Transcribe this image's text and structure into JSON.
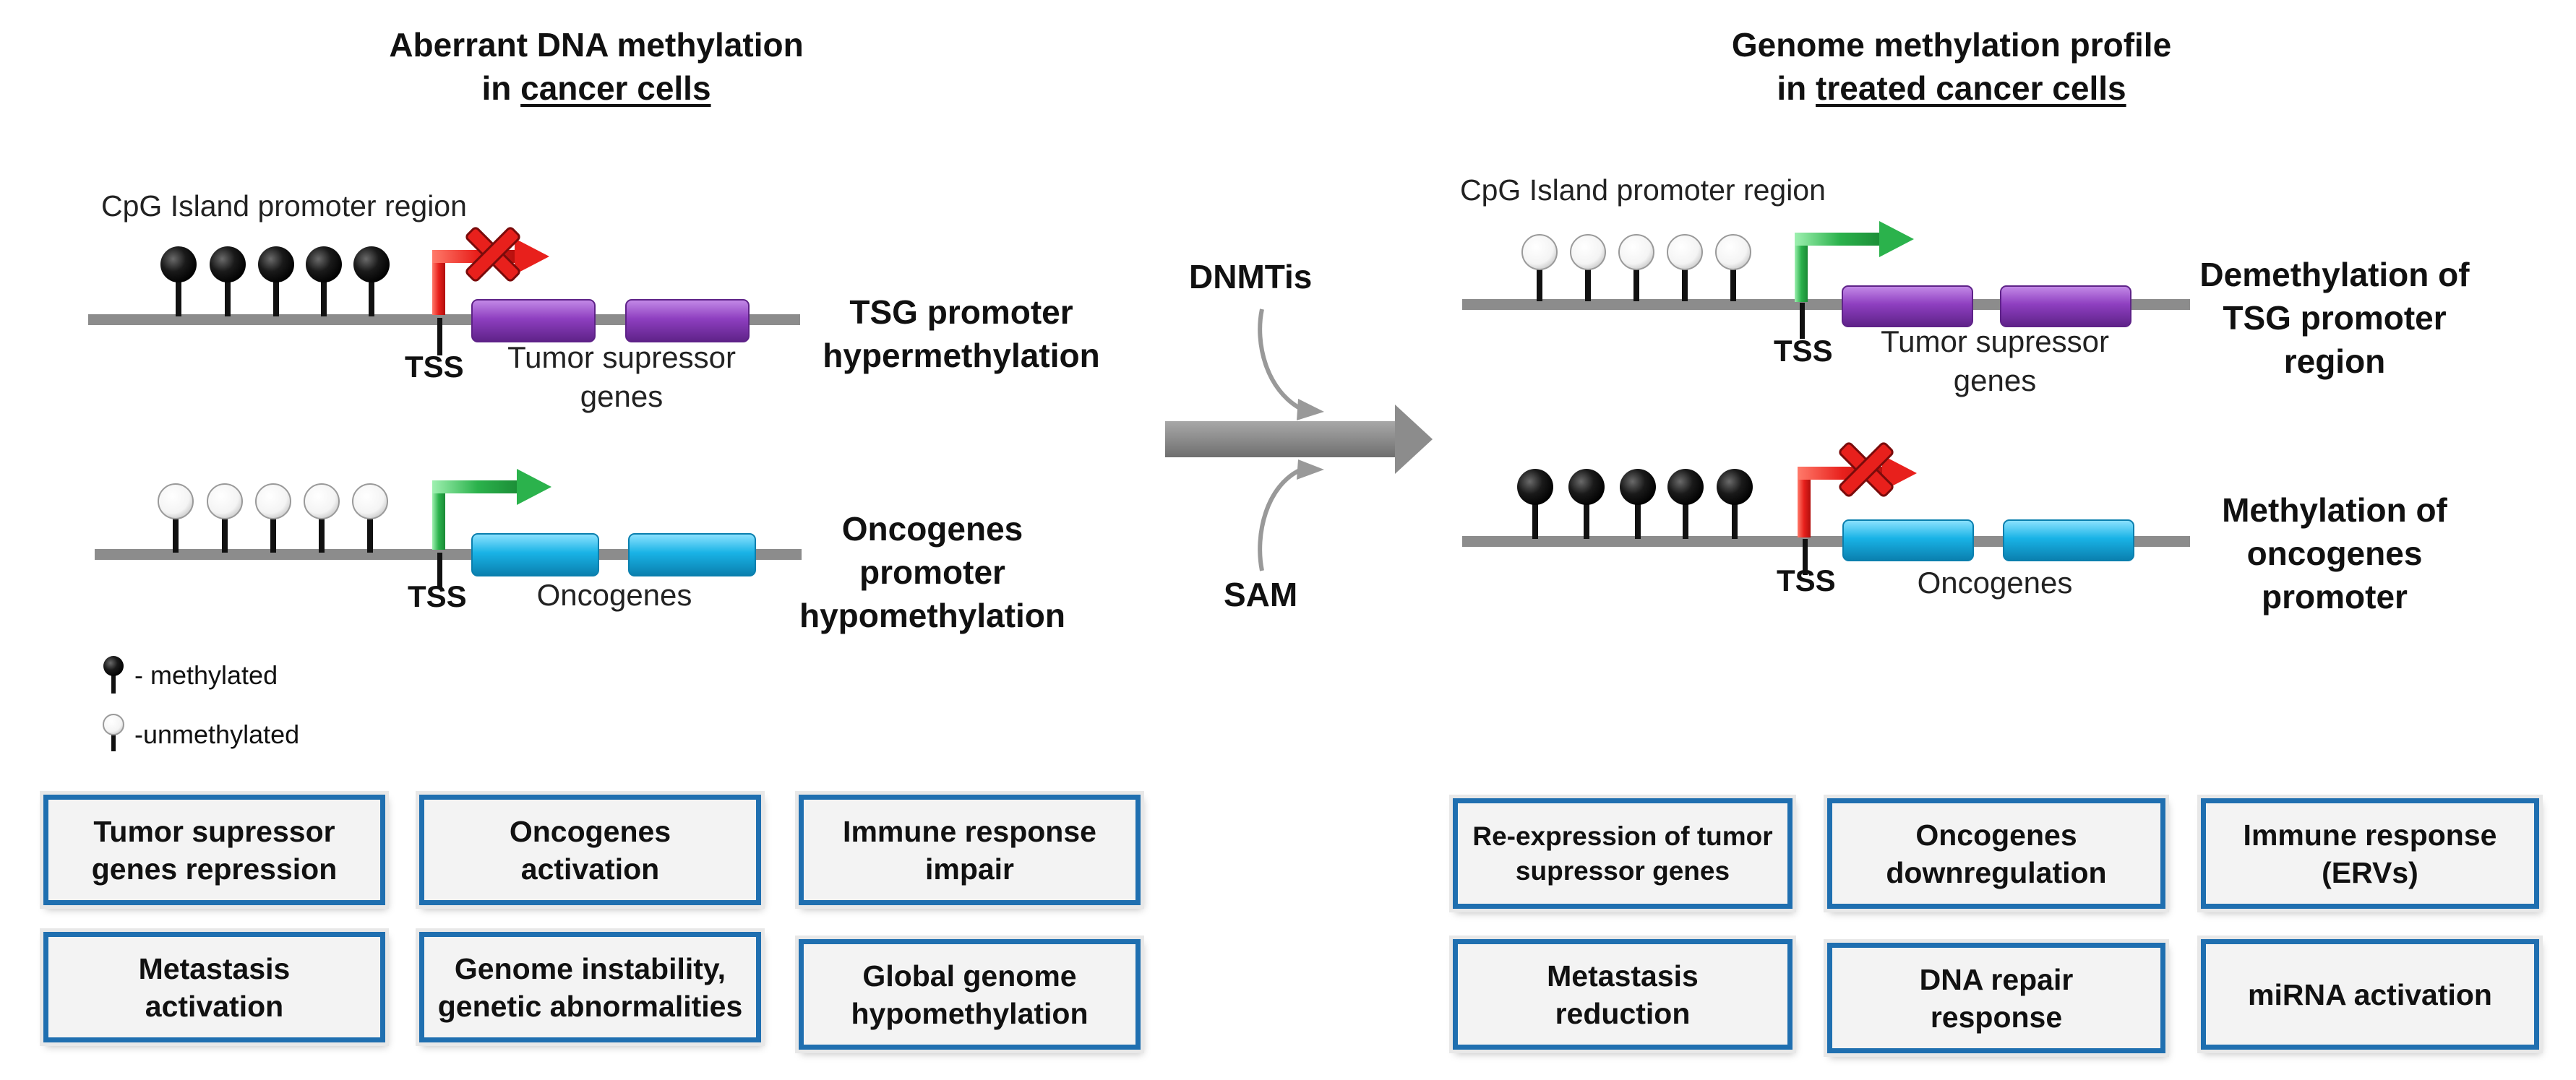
{
  "left_panel": {
    "title_line1": "Aberrant DNA methylation",
    "title_line2_prefix": "in ",
    "title_line2_underlined": "cancer cells",
    "cpg_label": "CpG Island promoter region",
    "tss_label": "TSS",
    "tsg_gene_label": "Tumor supressor\ngenes",
    "tsg_side_label": "TSG promoter\nhypermethylation",
    "onc_gene_label": "Oncogenes",
    "onc_side_label": "Oncogenes\npromoter\nhypomethylation",
    "legend": {
      "methylated": "- methylated",
      "unmethylated": "-unmethylated"
    },
    "boxes": [
      "Tumor supressor\ngenes repression",
      "Oncogenes\nactivation",
      "Immune response\nimpair",
      "Metastasis\nactivation",
      "Genome instability,\ngenetic abnormalities",
      "Global genome\nhypomethylation"
    ]
  },
  "middle": {
    "dnmtis": "DNMTis",
    "sam": "SAM"
  },
  "right_panel": {
    "title_line1": "Genome methylation profile",
    "title_line2_prefix": "in ",
    "title_line2_underlined": "treated cancer cells",
    "cpg_label": "CpG Island promoter region",
    "tss_label": "TSS",
    "tsg_gene_label": "Tumor supressor\ngenes",
    "tsg_side_label": "Demethylation of\nTSG promoter\nregion",
    "onc_gene_label": "Oncogenes",
    "onc_side_label": "Methylation of\noncogenes\npromoter",
    "boxes": [
      "Re-expression of tumor\nsupressor genes",
      "Oncogenes\ndownregulation",
      "Immune response\n(ERVs)",
      "Metastasis\nreduction",
      "DNA repair\nresponse",
      "miRNA activation"
    ]
  },
  "colors": {
    "dna_line": "#8c8c8c",
    "tsg_gene": "#8e3fc0",
    "oncogene": "#19b3e6",
    "active_arrow": "#2bb24c",
    "repressed_arrow": "#e8201c",
    "box_border": "#1f6fb0",
    "box_fill": "#f3f3f3",
    "methylated": "#111111",
    "unmethylated": "#ffffff",
    "flow_arrow": "#8c8c8c"
  }
}
